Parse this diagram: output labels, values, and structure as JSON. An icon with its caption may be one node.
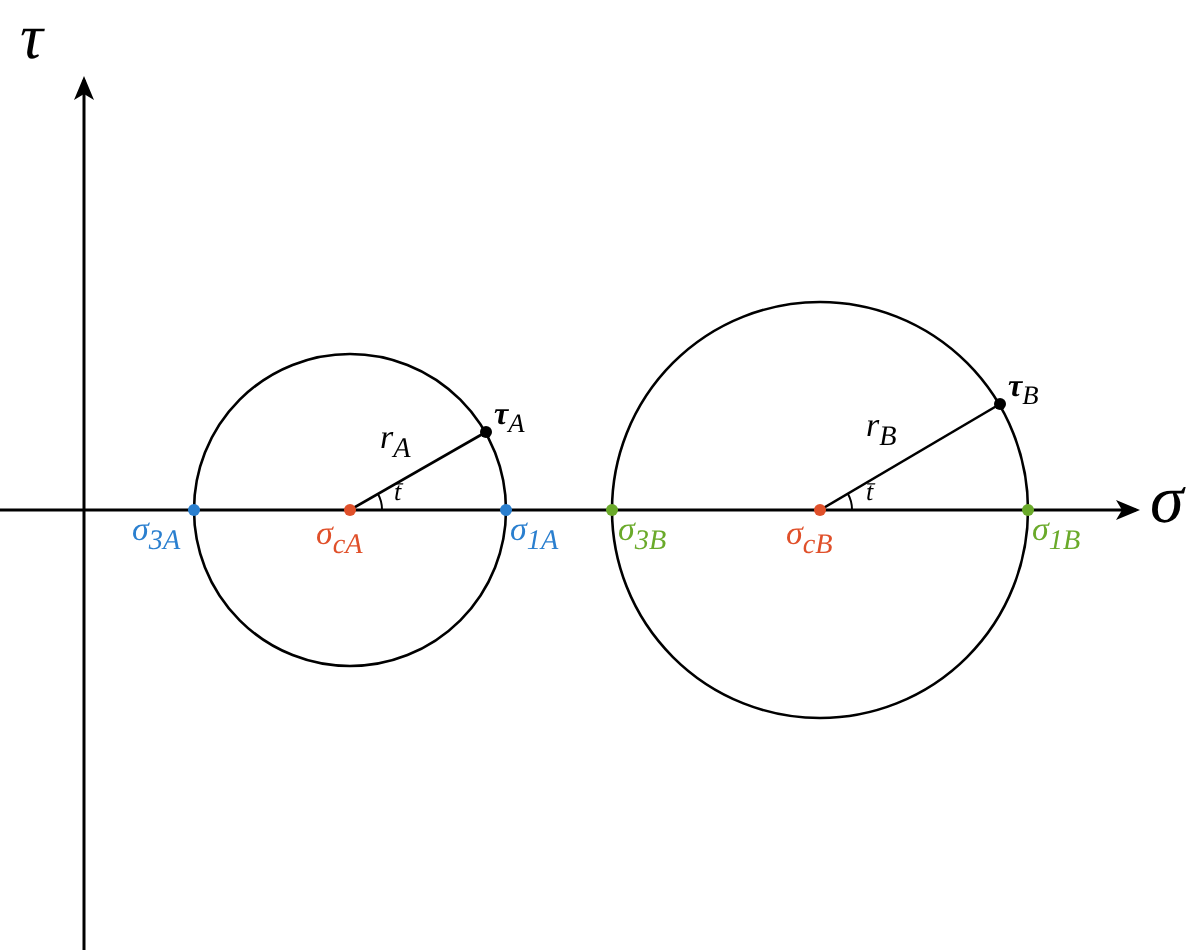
{
  "diagram": {
    "labels": [
      "τ",
      "σ",
      "**τ**$_{A}$",
      "r$_{A}$",
      "**τ**$_{B}$",
      "r$_{B}$",
      "t̄",
      "t̄",
      "σ$_{3A}$",
      "σ$_{cA}$",
      "σ$_{1A}$",
      "σ$_{3B}$",
      "σ$_{cB}$",
      "σ$_{1B}$"
    ]
  }
}
